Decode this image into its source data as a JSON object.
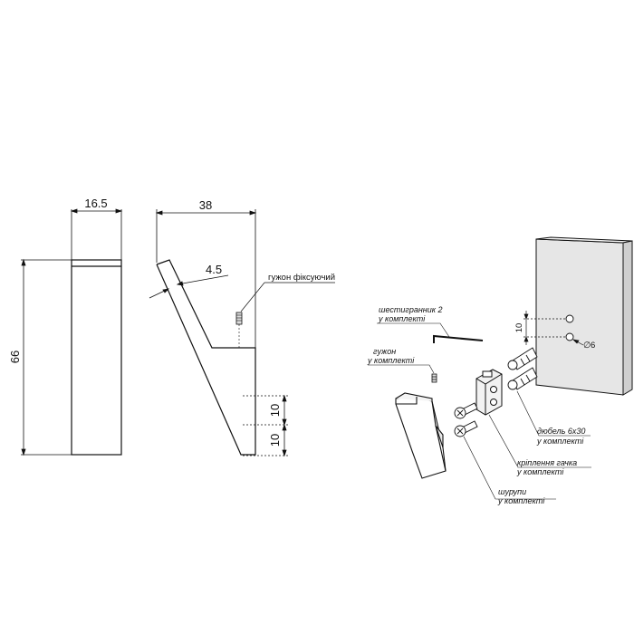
{
  "dimensions": {
    "width_front": "16.5",
    "depth_side": "38",
    "height": "66",
    "thickness": "4.5",
    "spacing_upper": "10",
    "spacing_lower": "10",
    "hole_spacing": "10",
    "hole_diameter": "6",
    "diameter_symbol": "∅"
  },
  "labels": {
    "set_screw_side": "гужон фіксуючий",
    "hex_key_line1": "шестигранник 2",
    "hex_key_line2": "у комплекті",
    "set_screw_line1": "гужон",
    "set_screw_line2": "у комплекті",
    "dowel_line1": "дюбель 6х30",
    "dowel_line2": "у комплекті",
    "bracket_line1": "кріплення гачка",
    "bracket_line2": "у комплекті",
    "screws_line1": "шурупи",
    "screws_line2": "у комплекті"
  },
  "colors": {
    "line": "#111111",
    "panel_face": "#e6e6e6",
    "panel_side": "#cfcfcf"
  }
}
